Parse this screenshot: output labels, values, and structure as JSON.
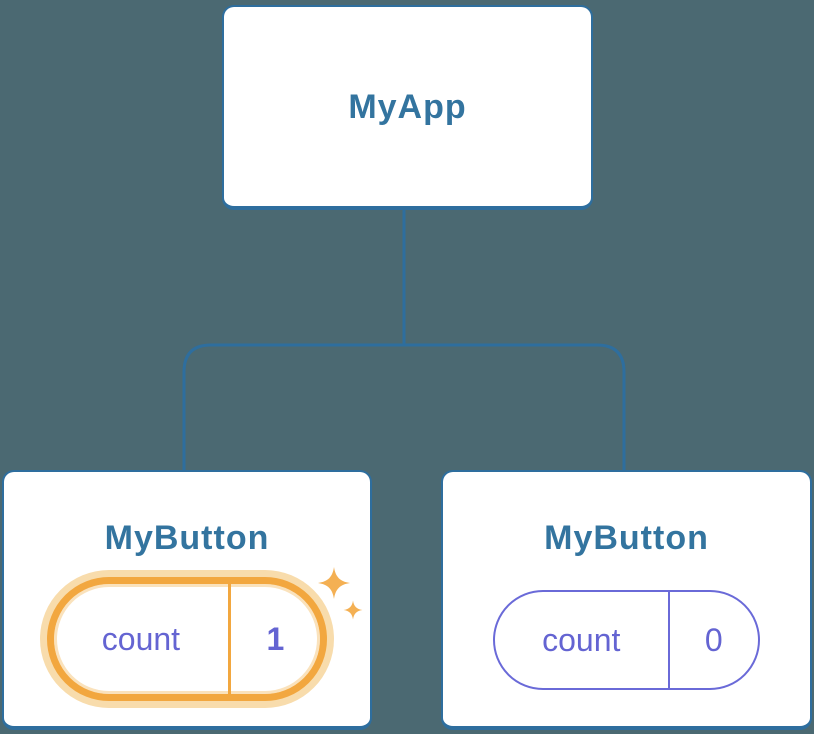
{
  "diagram": {
    "type": "react-component-tree",
    "root": {
      "title": "MyApp"
    },
    "children": [
      {
        "title": "MyButton",
        "state_name": "count",
        "state_value": "1",
        "highlighted": true
      },
      {
        "title": "MyButton",
        "state_name": "count",
        "state_value": "0",
        "highlighted": false
      }
    ]
  },
  "colors": {
    "background": "#4B6972",
    "connector_line": "#2E6E9E",
    "card_background": "#FFFFFF",
    "card_border": "#2E6E9E",
    "title_text": "#33749F",
    "state_text": "#6464D2",
    "state_pill_border": "#6A6AD8",
    "highlight_ring": "#F2A73F",
    "highlight_glow": "#F8DCAC",
    "sparkle": "#F4B053"
  }
}
